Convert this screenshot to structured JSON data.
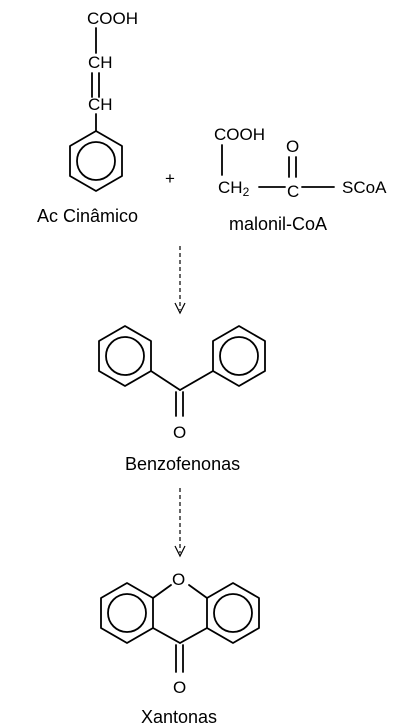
{
  "cinnamic": {
    "cooh": "COOH",
    "ch_top": "CH",
    "ch_bottom": "CH",
    "name": "Ac Cinâmico"
  },
  "plus": "+",
  "malonyl": {
    "cooh": "COOH",
    "o": "O",
    "ch2_main": "CH",
    "ch2_sub": "2",
    "c": "C",
    "scoa": "SCoA",
    "name": "malonil-CoA"
  },
  "benzophenone": {
    "o": "O",
    "name": "Benzofenonas"
  },
  "xanthone": {
    "ring_o": "O",
    "carbonyl_o": "O",
    "name": "Xantonas"
  }
}
